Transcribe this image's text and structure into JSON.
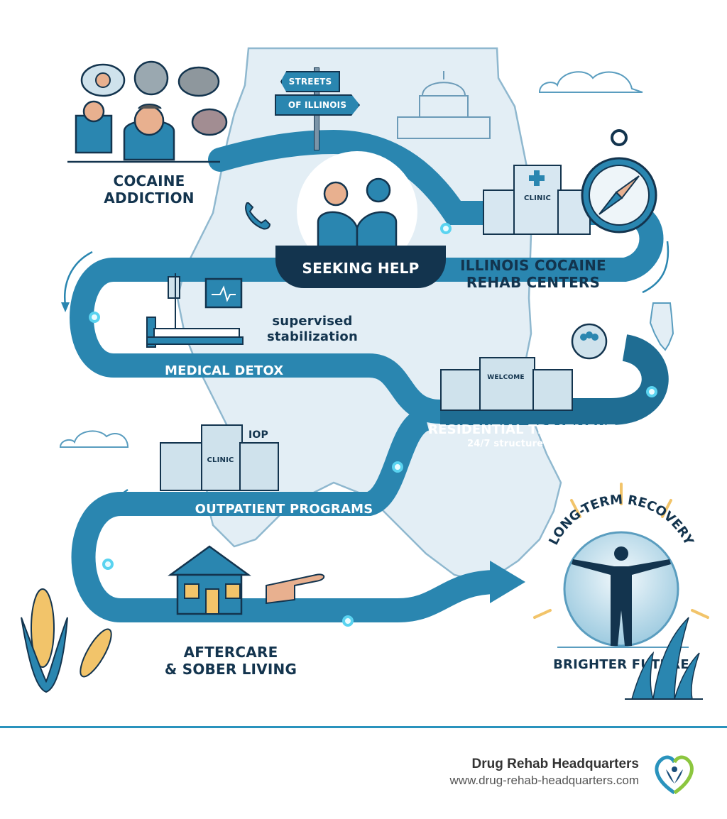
{
  "infographic": {
    "colors": {
      "path_blue": "#2a86b0",
      "path_dark": "#174a6b",
      "navy": "#13344e",
      "map_fill": "#e3eef5",
      "map_stroke": "#8fb8cf",
      "accent_yellow": "#f2c46a",
      "footer_line": "#2a93bd"
    },
    "signpost": {
      "top": "STREETS",
      "bottom": "OF ILLINOIS"
    },
    "stages": [
      {
        "id": "cocaine-addiction",
        "line1": "COCAINE",
        "line2": "ADDICTION"
      },
      {
        "id": "seeking-help",
        "label": "SEEKING HELP"
      },
      {
        "id": "rehab-centers",
        "line1": "ILLINOIS COCAINE",
        "line2": "REHAB CENTERS",
        "building_sign": "CLINIC"
      },
      {
        "id": "medical-detox",
        "label": "MEDICAL DETOX",
        "note_line1": "supervised",
        "note_line2": "stabilization"
      },
      {
        "id": "residential-treatment",
        "label": "RESIDENTIAL TREATMENT",
        "sub": "24/7 structured care",
        "building_sign": "WELCOME"
      },
      {
        "id": "outpatient-programs",
        "label": "OUTPATIENT PROGRAMS",
        "building_sign": "CLINIC",
        "tag": "IOP"
      },
      {
        "id": "aftercare",
        "line1": "AFTERCARE",
        "line2": "& SOBER LIVING"
      },
      {
        "id": "long-term-recovery",
        "arc_label": "LONG-TERM RECOVERY",
        "caption": "BRIGHTER FUTURE"
      }
    ]
  },
  "footer": {
    "brand": "Drug Rehab Headquarters",
    "url": "www.drug-rehab-headquarters.com"
  }
}
